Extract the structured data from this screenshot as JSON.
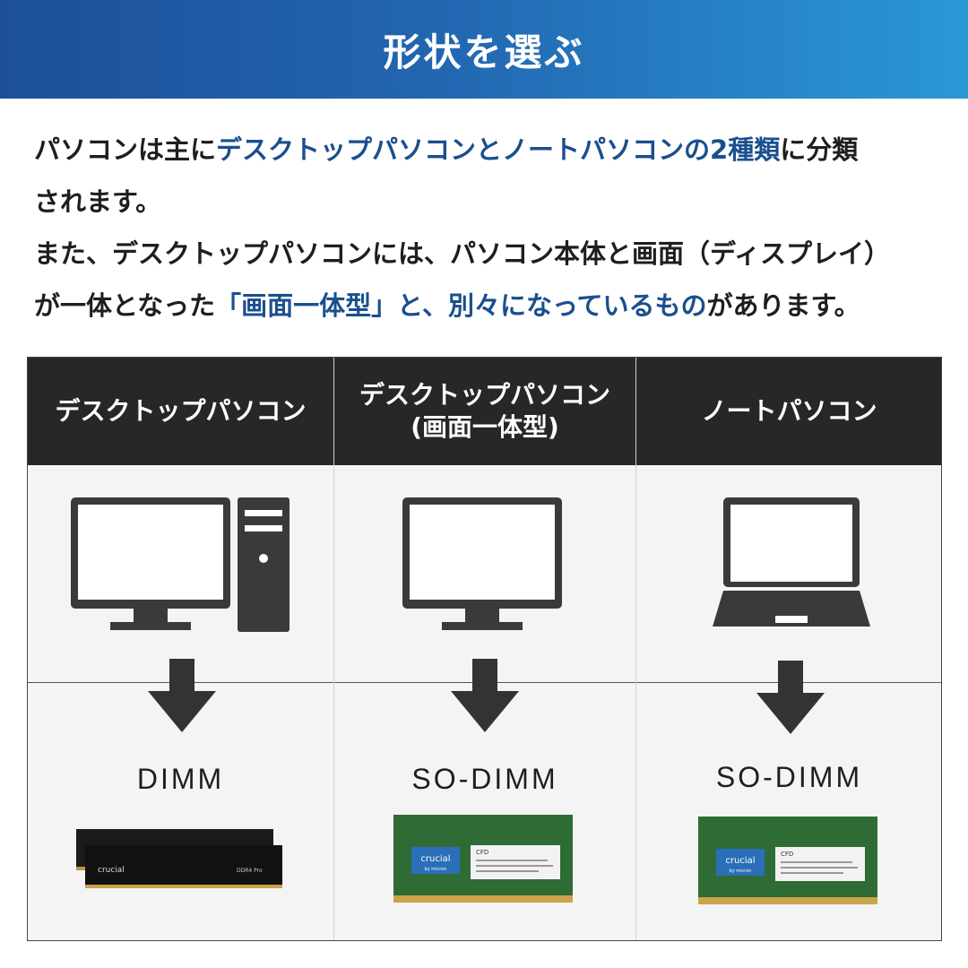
{
  "header": {
    "title": "形状を選ぶ"
  },
  "intro": {
    "line1_a": "パソコンは主に",
    "line1_hl": "デスクトップパソコンとノートパソコンの2種類",
    "line1_b": "に分類",
    "line2": "されます。",
    "line3": "また、デスクトップパソコンには、パソコン本体と画面（ディスプレイ）",
    "line4_a": "が一体となった",
    "line4_hl": "「画面一体型」と、別々になっているもの",
    "line4_b": "があります。"
  },
  "columns": [
    {
      "title": "デスクトップパソコン",
      "subtitle": "",
      "memory": "DIMM",
      "module": {
        "brand": "crucial",
        "model": "DDR4 Pro"
      }
    },
    {
      "title": "デスクトップパソコン",
      "subtitle": "(画面一体型)",
      "memory": "SO-DIMM",
      "module": {
        "brand": "crucial",
        "sub": "by micron",
        "sticker": "CFD"
      }
    },
    {
      "title": "ノートパソコン",
      "subtitle": "",
      "memory": "SO-DIMM",
      "module": {
        "brand": "crucial",
        "sub": "by micron",
        "sticker": "CFD"
      }
    }
  ],
  "colors": {
    "banner_start": "#1c4f98",
    "banner_end": "#2a98d6",
    "highlight_text": "#1a4f8f",
    "icon": "#3a3a3a",
    "label_marker": "#f2f08a",
    "header_bg": "#272727"
  }
}
